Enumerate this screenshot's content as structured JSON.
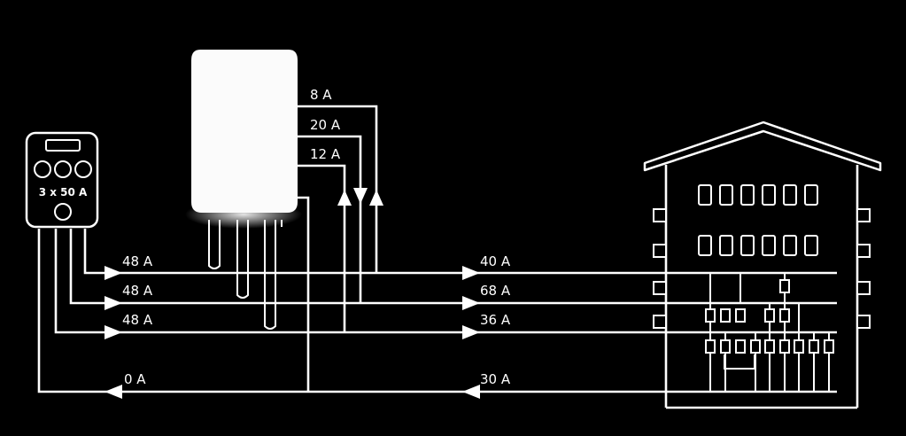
{
  "colors": {
    "background": "#000000",
    "foreground": "#ffffff"
  },
  "meter": {
    "label": "3 x 50 A",
    "icon": "electricity-meter-icon"
  },
  "inverter": {
    "icon": "inverter-unit-icon"
  },
  "building": {
    "icon": "apartment-building-icon"
  },
  "phase_labels": {
    "meter_l1": "48 A",
    "meter_l2": "48 A",
    "meter_l3": "48 A",
    "meter_n": "0 A",
    "inverter_l1": "8 A",
    "inverter_l2": "20 A",
    "inverter_l3": "12 A",
    "building_l1": "40 A",
    "building_l2": "68 A",
    "building_l3": "36 A",
    "building_n": "30 A"
  }
}
